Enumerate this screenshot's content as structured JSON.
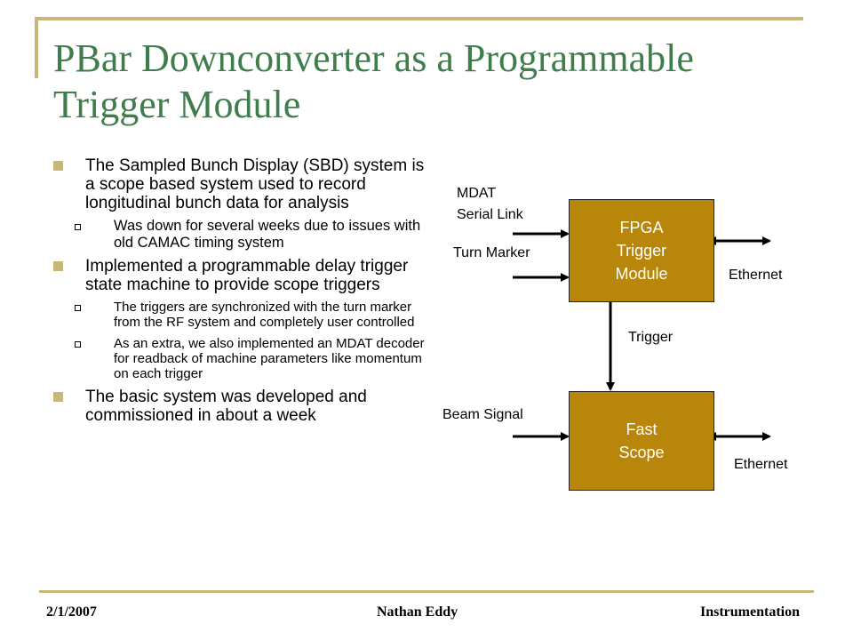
{
  "slide": {
    "title": "PBar Downconverter as a Programmable Trigger Module",
    "bullets": [
      {
        "text": "The Sampled Bunch Display (SBD) system is a scope based system used to record longitudinal bunch data for analysis",
        "sub": [
          "Was down for several weeks due to issues with old CAMAC timing system"
        ]
      },
      {
        "text": "Implemented a programmable delay trigger state machine to provide scope triggers",
        "sub": [
          "The triggers are synchronized with the turn marker from the RF system and completely user controlled",
          "As an extra, we also implemented an MDAT decoder for readback of machine parameters like momentum on each trigger"
        ]
      },
      {
        "text": "The basic system was developed and commissioned in about a week",
        "sub": []
      }
    ]
  },
  "diagram": {
    "mdat_label_line1": "MDAT",
    "mdat_label_line2": "Serial Link",
    "turn_marker_label": "Turn Marker",
    "fpga_box": {
      "line1": "FPGA",
      "line2": "Trigger",
      "line3": "Module"
    },
    "ethernet_top_label": "Ethernet",
    "trigger_label": "Trigger",
    "beam_signal_label": "Beam Signal",
    "scope_box": {
      "line1": "Fast",
      "line2": "Scope"
    },
    "ethernet_bottom_label": "Ethernet",
    "colors": {
      "box_fill": "#b8860b",
      "title": "#3f7d4c",
      "accent": "#c8b776"
    }
  },
  "footer": {
    "date": "2/1/2007",
    "author": "Nathan Eddy",
    "section": "Instrumentation"
  }
}
